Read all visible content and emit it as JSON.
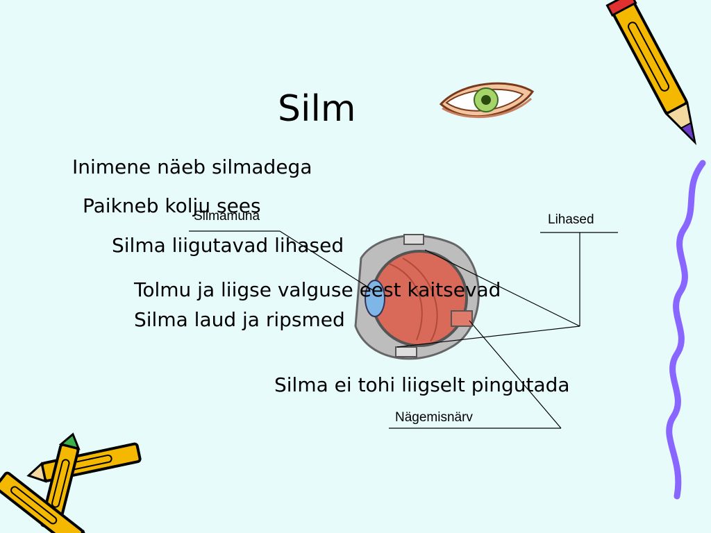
{
  "slide": {
    "title": "Silm",
    "lines": [
      "Inimene näeb silmadega",
      "Paikneb kolju sees",
      "Silma liigutavad lihased",
      "Tolmu ja liigse valguse eest kaitsevad",
      "Silma laud ja ripsmed",
      "Silma ei tohi liigselt pingutada"
    ],
    "labels": {
      "silmamuna": "Silmamuna",
      "lihased": "Lihased",
      "nagemisnarv": "Nägemisnärv"
    }
  },
  "icons": [
    "eye-icon",
    "pencil-icon",
    "crayons-icon",
    "eyeball-diagram"
  ],
  "colors": {
    "background": "#e8fbfb",
    "pencil": "#f5b800",
    "wavy_line": "#8866ff",
    "eyeball": "#d96a5a"
  }
}
